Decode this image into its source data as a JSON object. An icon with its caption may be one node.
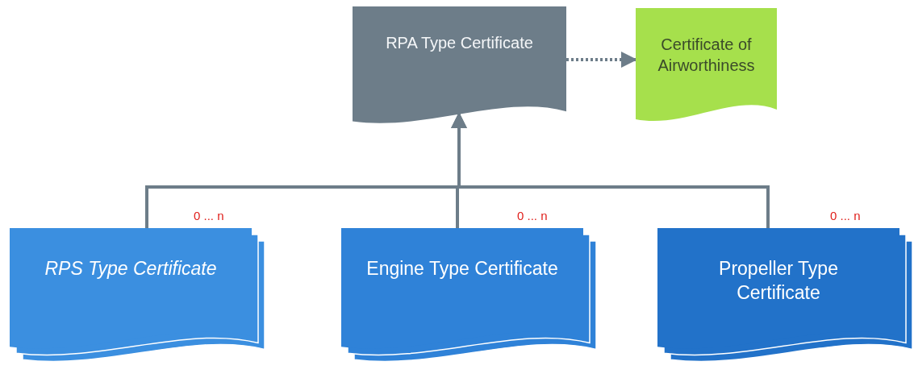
{
  "diagram": {
    "nodes": [
      {
        "text": [
          "RPA Type Certificate"
        ]
      },
      {
        "text": [
          "Certificate of Airworthiness"
        ]
      },
      {
        "text": [
          "RPS Type Certificate"
        ],
        "beside": [
          "0 ... n"
        ]
      },
      {
        "text": [
          "Engine Type Certificate"
        ],
        "beside": [
          "0 ... n"
        ]
      },
      {
        "text": [
          "Propeller Type Certificate"
        ],
        "beside": [
          "0 ... n"
        ]
      }
    ],
    "edges": [
      {
        "from": 0,
        "to": 1,
        "arrow": "to",
        "style": "dashed"
      },
      {
        "from": 2,
        "to": 0,
        "arrow": "to"
      },
      {
        "from": 3,
        "to": 0,
        "arrow": "to"
      },
      {
        "from": 4,
        "to": 0,
        "arrow": "to"
      }
    ]
  }
}
